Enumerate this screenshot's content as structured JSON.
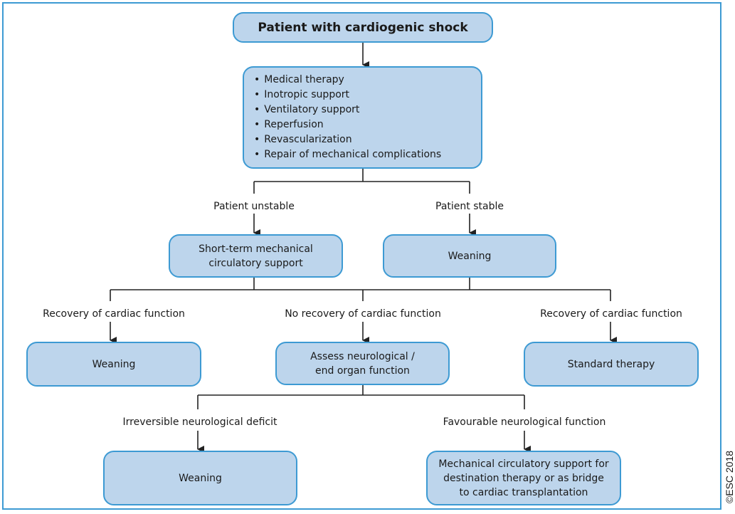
{
  "colors": {
    "node_fill": "#bdd5ec",
    "node_border": "#3d9ad3",
    "frame_border": "#3d9ad3",
    "connector": "#222222"
  },
  "nodes": {
    "root": "Patient with cardiogenic shock",
    "initial_treatment": [
      "Medical therapy",
      "Inotropic support",
      "Ventilatory support",
      "Reperfusion",
      "Revascularization",
      "Repair of mechanical complications"
    ],
    "short_term_mcs": "Short-term mechanical\ncirculatory support",
    "weaning_stable": "Weaning",
    "weaning_recovery": "Weaning",
    "assess_neuro": "Assess neurological /\nend organ function",
    "standard_therapy": "Standard therapy",
    "weaning_deficit": "Weaning",
    "mcs_destination": "Mechanical circulatory support for\ndestination therapy or as bridge\nto cardiac transplantation"
  },
  "labels": {
    "patient_unstable": "Patient unstable",
    "patient_stable": "Patient stable",
    "recovery_left": "Recovery of cardiac function",
    "no_recovery": "No recovery of cardiac function",
    "recovery_right": "Recovery of cardiac function",
    "irreversible_deficit": "Irreversible neurological deficit",
    "favourable_function": "Favourable neurological function"
  },
  "copyright": "©ESC 2018"
}
